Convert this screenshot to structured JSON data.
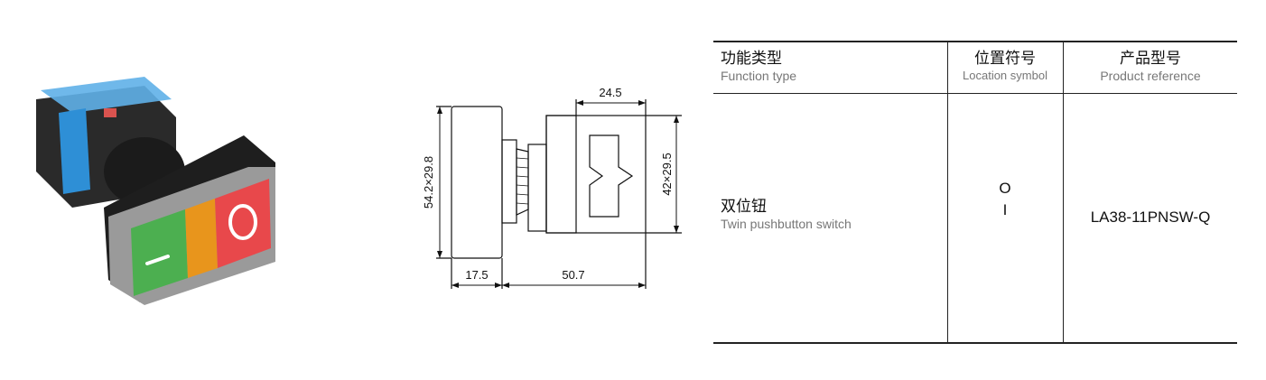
{
  "table": {
    "headers": [
      {
        "zh": "功能类型",
        "en": "Function type"
      },
      {
        "zh": "位置符号",
        "en": "Location symbol"
      },
      {
        "zh": "产品型号",
        "en": "Product reference"
      }
    ],
    "row": {
      "function_zh": "双位钮",
      "function_en": "Twin pushbutton switch",
      "symbol_top": "O",
      "symbol_bottom": "I",
      "reference": "LA38-11PNSW-Q"
    }
  },
  "drawing": {
    "dim_top": "24.5",
    "dim_left": "54.2×29.8",
    "dim_right": "42×29.5",
    "dim_bottom_left": "17.5",
    "dim_bottom_right": "50.7"
  },
  "photo": {
    "left_button_symbol": "I",
    "right_button_symbol": "O"
  },
  "colors": {
    "green": "#4caf50",
    "amber": "#e8951c",
    "red": "#e8484b",
    "blue": "#2e8fd6"
  }
}
